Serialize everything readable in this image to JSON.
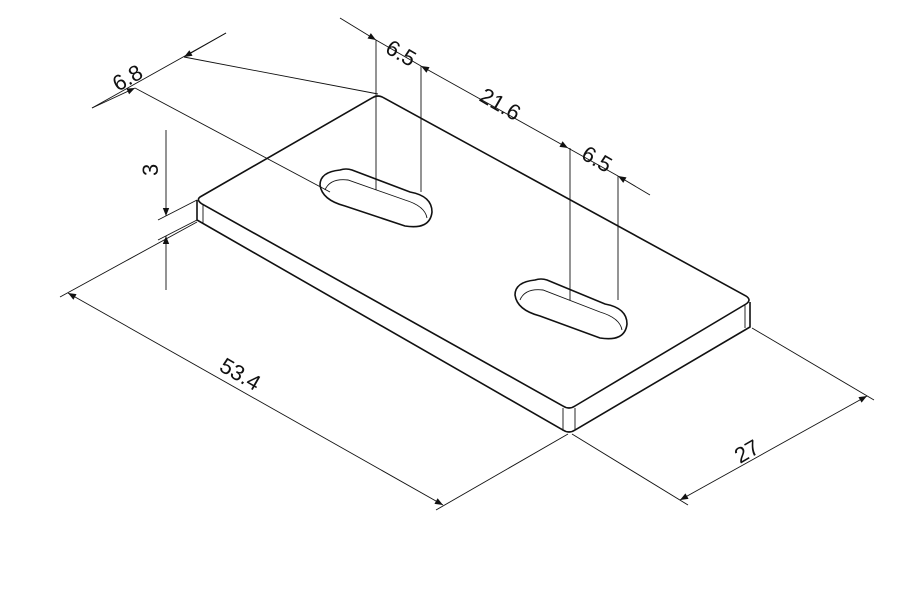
{
  "drawing": {
    "dimensions": {
      "slot_edge_offset": "6.8",
      "slot1_width": "6.5",
      "slot_spacing": "21.6",
      "slot2_width": "6.5",
      "thickness": "3",
      "length": "53.4",
      "width": "27"
    }
  }
}
